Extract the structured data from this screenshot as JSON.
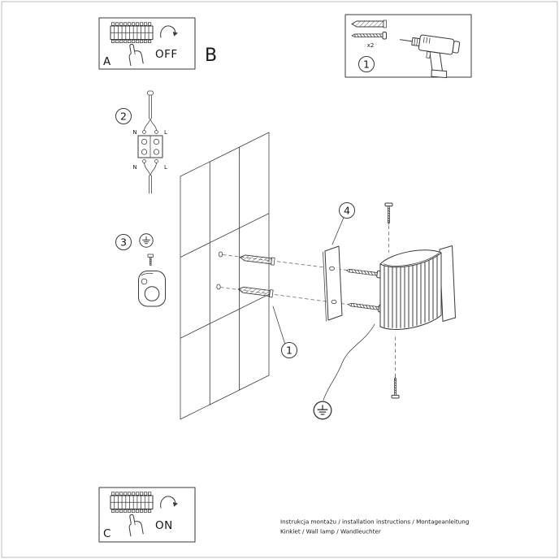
{
  "sheet": {
    "sections": {
      "a": "A",
      "b": "B",
      "c": "C"
    },
    "power": {
      "off_label": "OFF",
      "on_label": "ON"
    },
    "badges": {
      "tools": "1",
      "anchors": "1",
      "cable": "2",
      "bracket_mount": "3",
      "plate": "4"
    },
    "tools": {
      "anchor_qty": "x2"
    },
    "terminal": {
      "n_in": "N",
      "l_in": "L",
      "n_out": "N",
      "l_out": "L"
    },
    "footer": {
      "line1": "Instrukcja montażu / installation instructions / Montageanleitung",
      "line2": "Kinkiet / Wall lamp / Wandleuchter"
    }
  }
}
